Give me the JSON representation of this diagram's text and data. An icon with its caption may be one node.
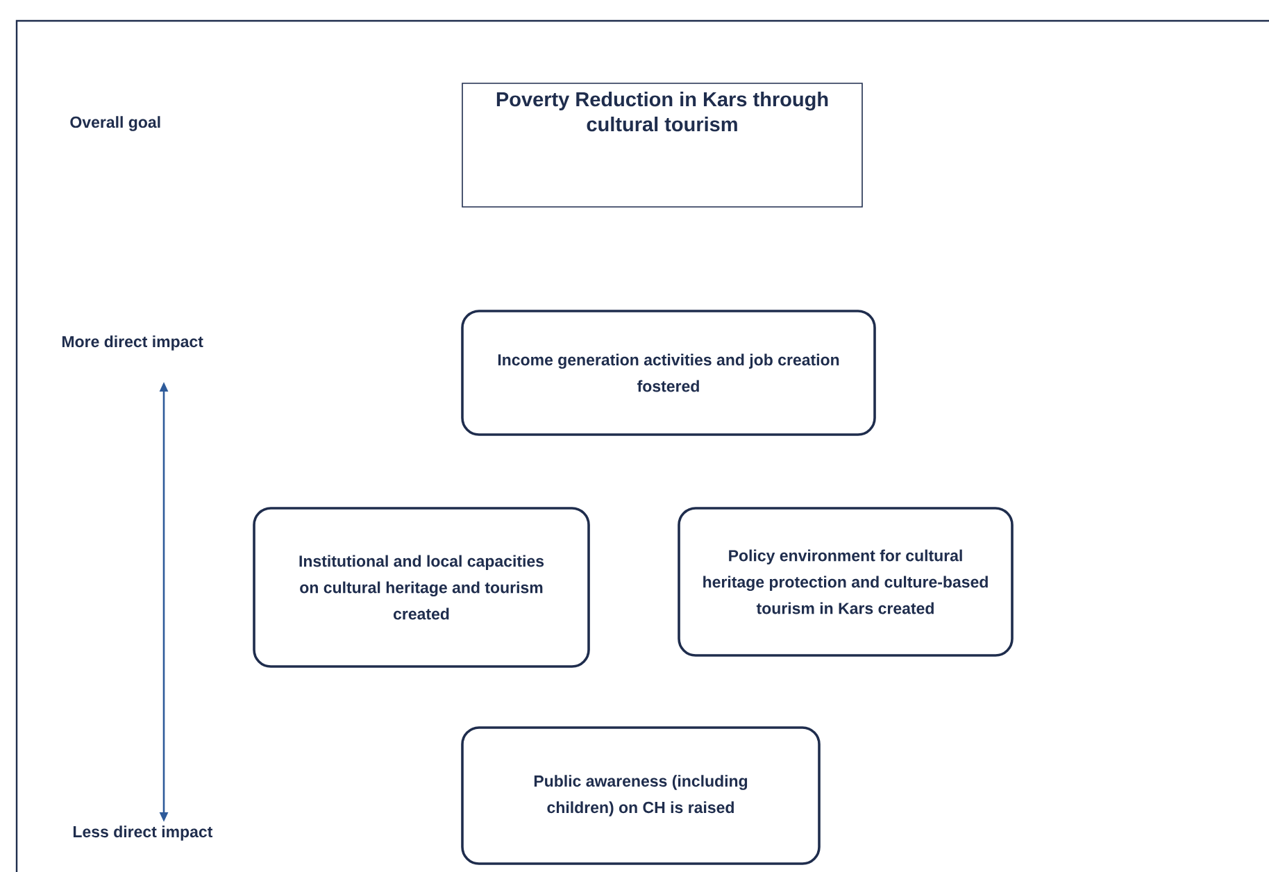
{
  "diagram": {
    "nodes": [
      {
        "text": [
          "Poverty Reduction in Kars through cultural tourism"
        ]
      },
      {
        "text": [
          "Income generation activities and job creation fostered"
        ]
      },
      {
        "text": [
          "Institutional and local capacities on cultural heritage and tourism created"
        ]
      },
      {
        "text": [
          "Policy environment for cultural heritage protection and culture-based tourism in Kars created"
        ]
      },
      {
        "text": [
          "Public awareness (including children) on CH is raised"
        ]
      }
    ],
    "labels": [
      "Overall goal",
      "More direct impact",
      "Less direct impact"
    ]
  }
}
